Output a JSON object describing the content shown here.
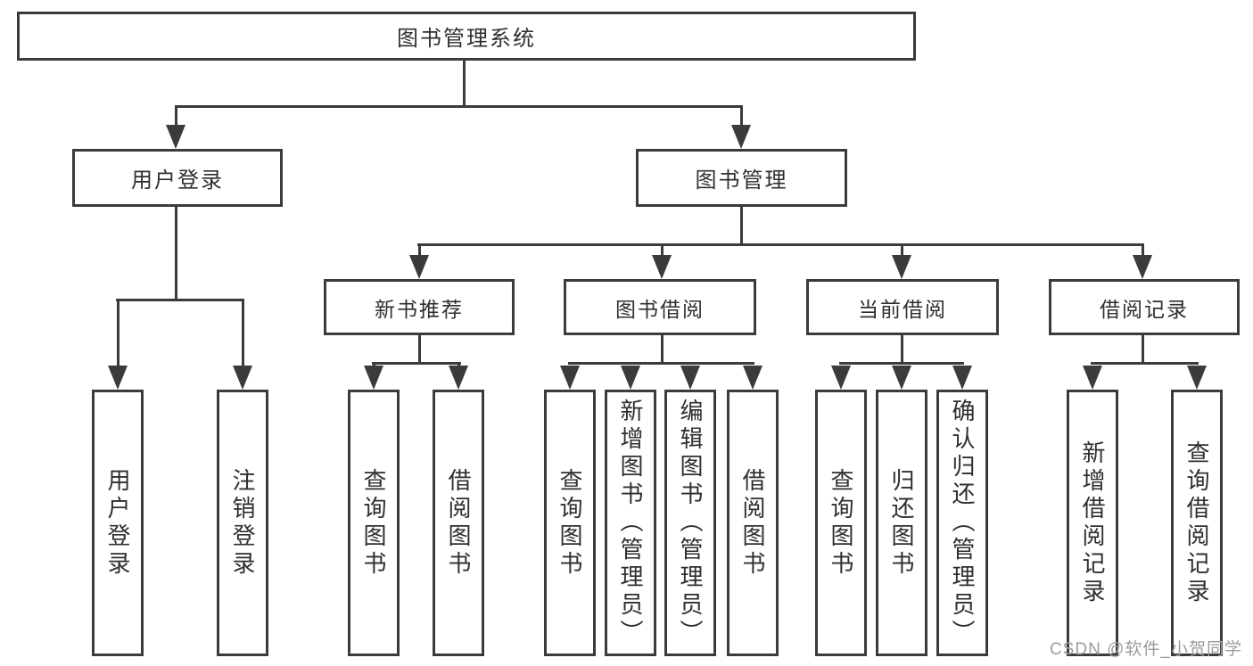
{
  "colors": {
    "line": "#3b3b3b",
    "text": "#2f2f2f",
    "watermark": "#9c9c9c",
    "background": "#ffffff"
  },
  "diagram": {
    "type": "hierarchy-tree",
    "root": {
      "label": "图书管理系统"
    },
    "level2": [
      {
        "label": "用户登录",
        "parent": "图书管理系统"
      },
      {
        "label": "图书管理",
        "parent": "图书管理系统"
      }
    ],
    "level3": [
      {
        "label": "新书推荐",
        "parent": "图书管理"
      },
      {
        "label": "图书借阅",
        "parent": "图书管理"
      },
      {
        "label": "当前借阅",
        "parent": "图书管理"
      },
      {
        "label": "借阅记录",
        "parent": "图书管理"
      }
    ],
    "leaves": [
      {
        "label": "用户登录",
        "parent": "用户登录"
      },
      {
        "label": "注销登录",
        "parent": "用户登录"
      },
      {
        "label": "查询图书",
        "parent": "新书推荐"
      },
      {
        "label": "借阅图书",
        "parent": "新书推荐"
      },
      {
        "label": "查询图书",
        "parent": "图书借阅"
      },
      {
        "label": "新增图书（管理员）",
        "parent": "图书借阅"
      },
      {
        "label": "编辑图书（管理员）",
        "parent": "图书借阅"
      },
      {
        "label": "借阅图书",
        "parent": "图书借阅"
      },
      {
        "label": "查询图书",
        "parent": "当前借阅"
      },
      {
        "label": "归还图书",
        "parent": "当前借阅"
      },
      {
        "label": "确认归还（管理员）",
        "parent": "当前借阅"
      },
      {
        "label": "新增借阅记录",
        "parent": "借阅记录"
      },
      {
        "label": "查询借阅记录",
        "parent": "借阅记录"
      }
    ]
  },
  "watermark": {
    "text": "CSDN @软件_小贺同学"
  }
}
